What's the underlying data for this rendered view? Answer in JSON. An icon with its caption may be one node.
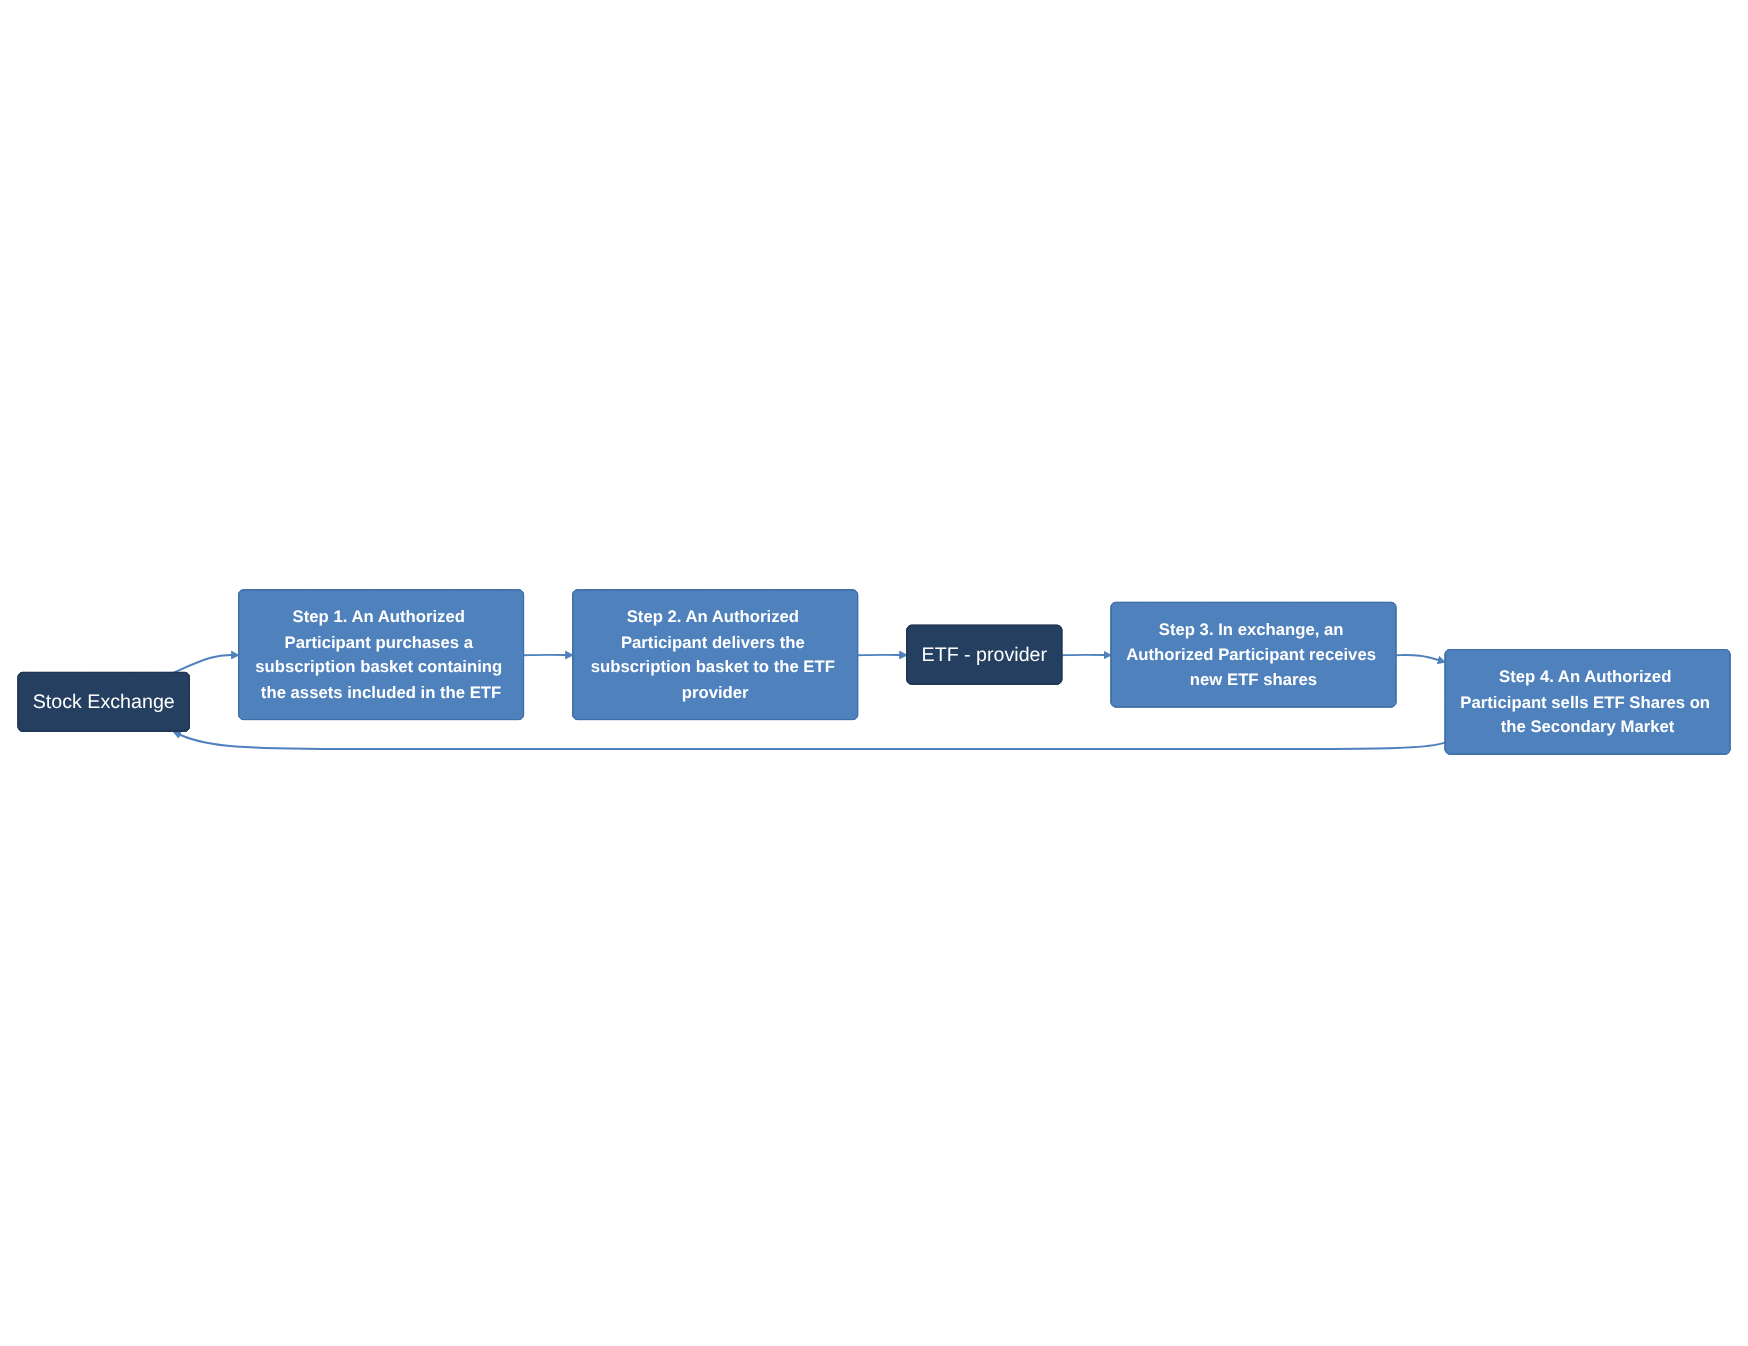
{
  "diagram": {
    "nodes": [
      {
        "text": [
          "Stock Exchange"
        ]
      },
      {
        "text": [
          "Step 4. An Authorized Participant sells ETF Shares on the Secondary Market"
        ]
      },
      {
        "text": [
          "Step 1. An Authorized Participant purchases a subscription basket containing the assets included in the ETF"
        ]
      },
      {
        "text": [
          "Step 3. In exchange, an Authorized Participant receives new ETF shares"
        ]
      },
      {
        "text": [
          "Step 2. An Authorized Participant delivers the subscription basket to the ETF provider"
        ]
      },
      {
        "text": [
          "ETF - provider"
        ]
      }
    ],
    "edges": [
      {
        "from": 0,
        "to": 2,
        "arrow": "to"
      },
      {
        "from": 2,
        "to": 4,
        "arrow": "to"
      },
      {
        "from": 4,
        "to": 5,
        "arrow": "to"
      },
      {
        "from": 5,
        "to": 3,
        "arrow": "to"
      },
      {
        "from": 3,
        "to": 1,
        "arrow": "to"
      },
      {
        "from": 1,
        "to": 0,
        "arrow": "to"
      }
    ]
  }
}
